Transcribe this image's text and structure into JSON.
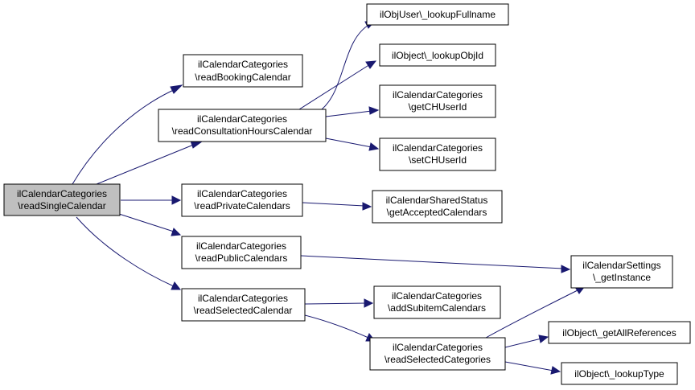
{
  "colors": {
    "edge": "#191970",
    "root_fill": "#bfbfbf",
    "node_fill": "#ffffff",
    "border": "#000000"
  },
  "nodes": {
    "root": {
      "line1": "ilCalendarCategories",
      "line2": "\\readSingleCalendar"
    },
    "booking": {
      "line1": "ilCalendarCategories",
      "line2": "\\readBookingCalendar"
    },
    "consult": {
      "line1": "ilCalendarCategories",
      "line2": "\\readConsultationHoursCalendar"
    },
    "private": {
      "line1": "ilCalendarCategories",
      "line2": "\\readPrivateCalendars"
    },
    "public": {
      "line1": "ilCalendarCategories",
      "line2": "\\readPublicCalendars"
    },
    "selected": {
      "line1": "ilCalendarCategories",
      "line2": "\\readSelectedCalendar"
    },
    "fullname": {
      "line1": "ilObjUser\\_lookupFullname"
    },
    "objid": {
      "line1": "ilObject\\_lookupObjId"
    },
    "getch": {
      "line1": "ilCalendarCategories",
      "line2": "\\getCHUserId"
    },
    "setch": {
      "line1": "ilCalendarCategories",
      "line2": "\\setCHUserId"
    },
    "shared": {
      "line1": "ilCalendarSharedStatus",
      "line2": "\\getAcceptedCalendars"
    },
    "settings": {
      "line1": "ilCalendarSettings",
      "line2": "\\_getInstance"
    },
    "subitem": {
      "line1": "ilCalendarCategories",
      "line2": "\\addSubitemCalendars"
    },
    "selcat": {
      "line1": "ilCalendarCategories",
      "line2": "\\readSelectedCategories"
    },
    "allrefs": {
      "line1": "ilObject\\_getAllReferences"
    },
    "lookuptype": {
      "line1": "ilObject\\_lookupType"
    }
  }
}
